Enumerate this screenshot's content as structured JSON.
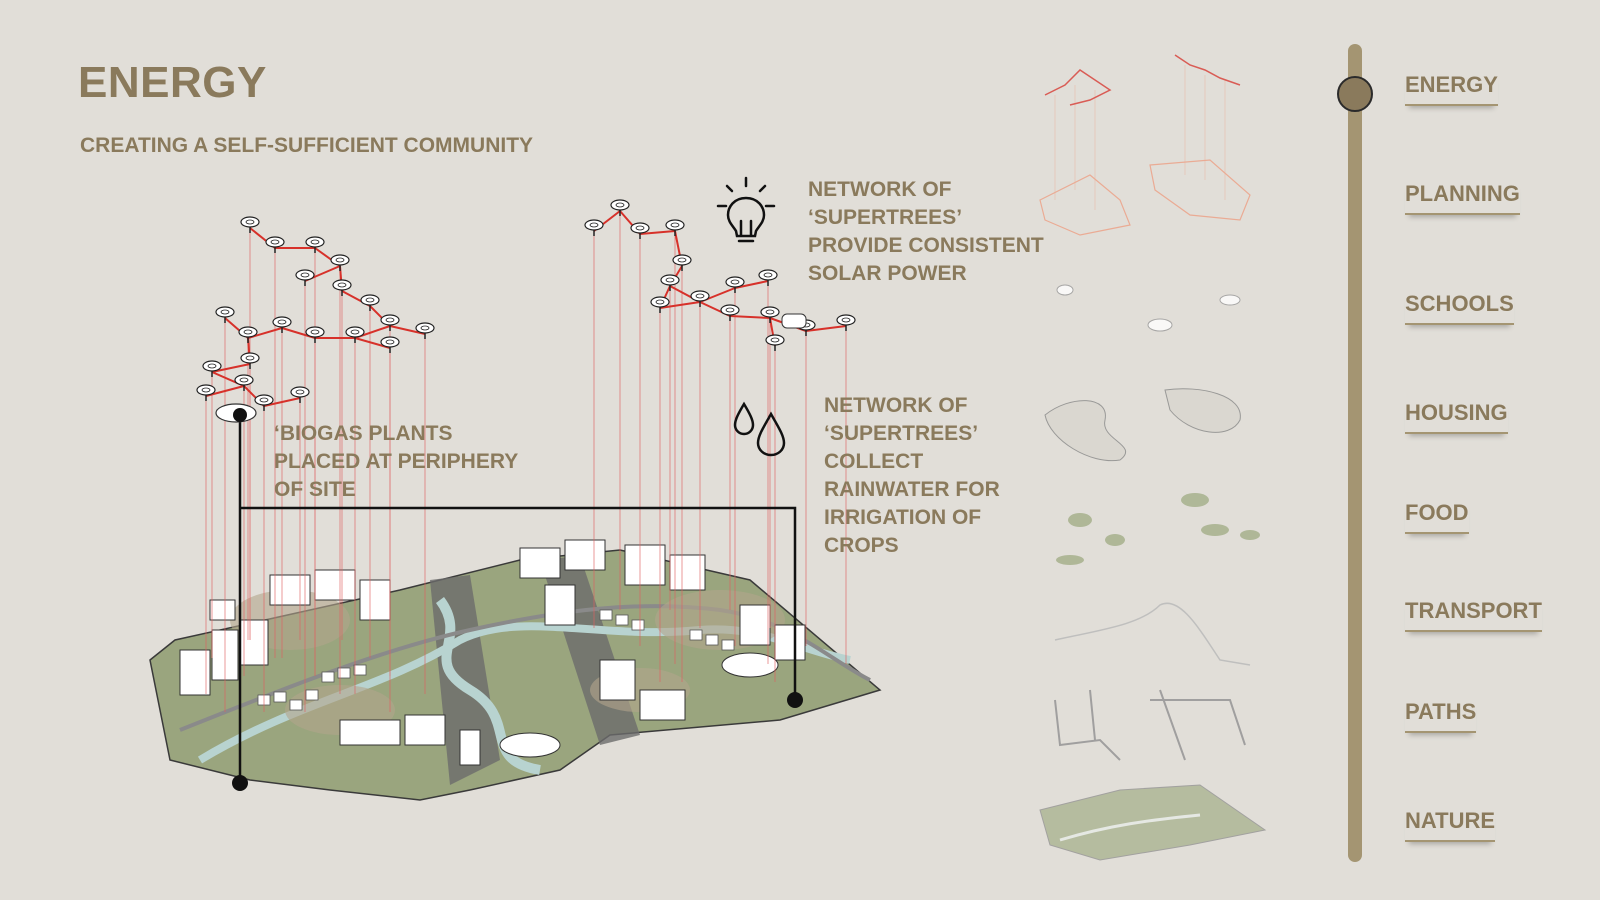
{
  "header": {
    "title": "ENERGY",
    "subtitle": "CREATING A SELF-SUFFICIENT COMMUNITY"
  },
  "callouts": {
    "solar": "NETWORK OF\n‘SUPERTREES’\nPROVIDE CONSISTENT\nSOLAR POWER",
    "biogas": "‘BIOGAS PLANTS\nPLACED AT PERIPHERY\nOF SITE",
    "rain": "NETWORK OF\n‘SUPERTREES’\nCOLLECT\nRAINWATER FOR\nIRRIGATION OF\nCROPS"
  },
  "icons": {
    "solar": "lightbulb-icon",
    "rain": "water-drops-icon"
  },
  "colors": {
    "background": "#e1ded8",
    "accent": "#8a7a5c",
    "network": "#d7312a",
    "land": "#a3ae88",
    "water": "#b8d3d0"
  },
  "nav": {
    "active": "ENERGY",
    "items": [
      "ENERGY",
      "PLANNING",
      "SCHOOLS",
      "HOUSING",
      "FOOD",
      "TRANSPORT",
      "PATHS",
      "NATURE"
    ]
  }
}
